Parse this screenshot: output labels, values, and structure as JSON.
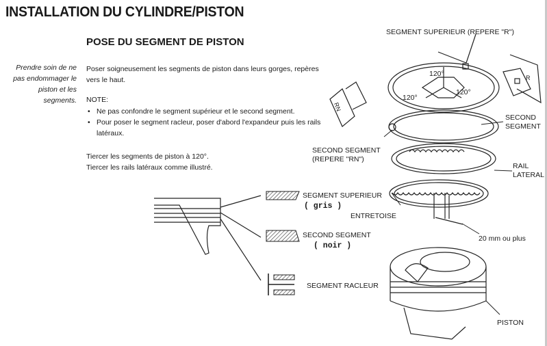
{
  "title": "INSTALLATION DU CYLINDRE/PISTON",
  "subtitle": "POSE DU SEGMENT DE PISTON",
  "margin_note": "Prendre soin de ne pas endommager le piston et les segments.",
  "intro": "Poser soigneusement les segments de piston dans leurs gorges, repères vers le haut.",
  "note_label": "NOTE:",
  "notes": [
    "Ne pas confondre le segment supérieur et le second segment.",
    "Pour poser le segment racleur, poser d'abord l'expandeur puis les rails latéraux."
  ],
  "stagger": [
    "Tiercer les segments de piston à 120°.",
    "Tiercer les rails latéraux comme illustré."
  ],
  "diagram": {
    "top_ring_label": "SEGMENT SUPERIEUR (REPERE \"R\")",
    "angle_label": "120°",
    "second_ring_right": [
      "SECOND",
      "SEGMENT"
    ],
    "second_ring_mark": [
      "SECOND SEGMENT",
      "(REPERE \"RN\")"
    ],
    "rn_mark": "RN",
    "r_mark": "R",
    "side_rail": [
      "RAIL",
      "LATERAL"
    ],
    "spacer": "ENTRETOISE",
    "gap": "20 mm ou plus",
    "piston": "PISTON",
    "legend_top": "SEGMENT SUPERIEUR",
    "legend_top_note": "( gris )",
    "legend_second": "SECOND SEGMENT",
    "legend_second_note": "( noir )",
    "legend_oil": "SEGMENT RACLEUR"
  }
}
